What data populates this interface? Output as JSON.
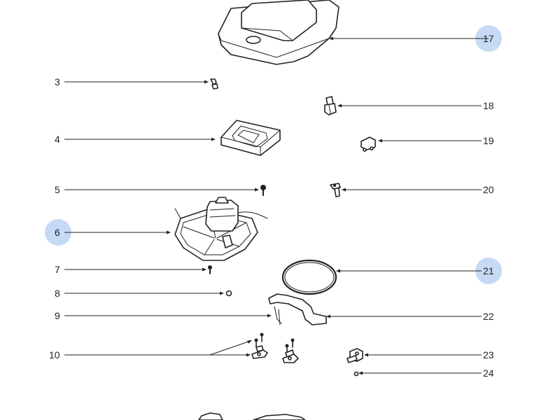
{
  "diagram": {
    "highlight_color": "#c7daf5",
    "callouts": [
      {
        "id": "callout-3",
        "label": "3",
        "highlighted": false
      },
      {
        "id": "callout-4",
        "label": "4",
        "highlighted": false
      },
      {
        "id": "callout-5",
        "label": "5",
        "highlighted": false
      },
      {
        "id": "callout-6",
        "label": "6",
        "highlighted": true
      },
      {
        "id": "callout-7",
        "label": "7",
        "highlighted": false
      },
      {
        "id": "callout-8",
        "label": "8",
        "highlighted": false
      },
      {
        "id": "callout-9",
        "label": "9",
        "highlighted": false
      },
      {
        "id": "callout-10",
        "label": "10",
        "highlighted": false
      },
      {
        "id": "callout-17",
        "label": "17",
        "highlighted": true
      },
      {
        "id": "callout-18",
        "label": "18",
        "highlighted": false
      },
      {
        "id": "callout-19",
        "label": "19",
        "highlighted": false
      },
      {
        "id": "callout-20",
        "label": "20",
        "highlighted": false
      },
      {
        "id": "callout-21",
        "label": "21",
        "highlighted": true
      },
      {
        "id": "callout-22",
        "label": "22",
        "highlighted": false
      },
      {
        "id": "callout-23",
        "label": "23",
        "highlighted": false
      },
      {
        "id": "callout-24",
        "label": "24",
        "highlighted": false
      }
    ]
  }
}
